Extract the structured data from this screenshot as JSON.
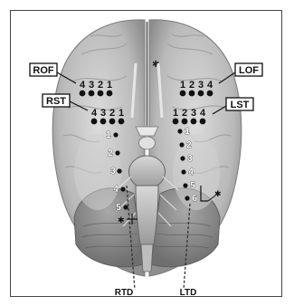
{
  "labels": {
    "rof": "ROF",
    "rst": "RST",
    "lof": "LOF",
    "lst": "LST",
    "rtd": "RTD",
    "ltd": "LTD"
  },
  "electrode_numbers": {
    "rof": [
      "4",
      "3",
      "2",
      "1"
    ],
    "rst": [
      "4",
      "3",
      "2",
      "1"
    ],
    "lof": [
      "1",
      "2",
      "3",
      "4"
    ],
    "lst": [
      "1",
      "2",
      "3",
      "4"
    ],
    "rtd": [
      "1",
      "2",
      "3",
      "4",
      "5"
    ],
    "ltd": [
      "1",
      "2",
      "3",
      "4",
      "5",
      "6"
    ]
  },
  "colors": {
    "brain_base": "#c9c9c9",
    "brain_dark": "#8a8a8a",
    "cerebellum": "#9a9a9a",
    "text": "#111111",
    "border": "#444444"
  }
}
